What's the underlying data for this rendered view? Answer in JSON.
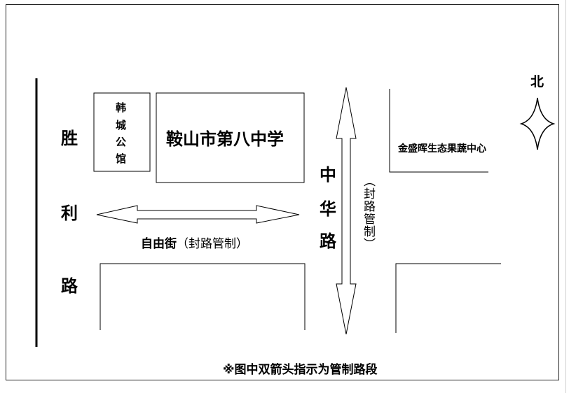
{
  "north": "北",
  "roads": {
    "shengli": [
      "胜",
      "利",
      "路"
    ],
    "zhonghua": [
      "中",
      "华",
      "路"
    ],
    "zhonghua_control": "（封路管制）",
    "ziyou_name": "自由街",
    "ziyou_control": "（封路管制）"
  },
  "buildings": {
    "hancheng": [
      "韩",
      "城",
      "公",
      "馆"
    ],
    "school": "鞍山市第八中学",
    "market": "金盛晖生态果蔬中心"
  },
  "note": "※图中双箭头指示为管制路段"
}
